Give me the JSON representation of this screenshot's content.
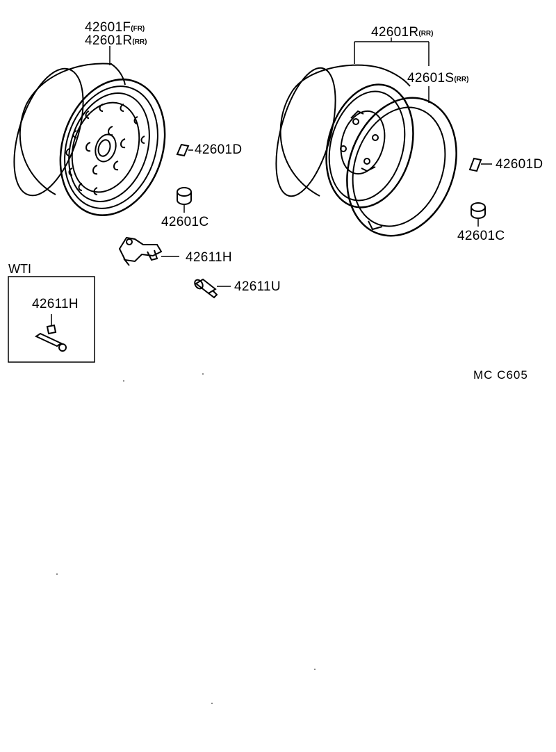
{
  "labels": {
    "f_fr": {
      "num": "42601F",
      "suffix": "(FR)"
    },
    "r_rr_left": {
      "num": "42601R",
      "suffix": "(RR)"
    },
    "d_left": "42601D",
    "c_left": "42601C",
    "h_main": "42611H",
    "u_main": "42611U",
    "r_rr_right": {
      "num": "42601R",
      "suffix": "(RR)"
    },
    "s_rr": {
      "num": "42601S",
      "suffix": "(RR)"
    },
    "d_right": "42601D",
    "c_right": "42601C",
    "h_box": "42611H"
  },
  "box": {
    "title": "WTI"
  },
  "code": "MC  C605",
  "icons": [
    "front-wheel-icon",
    "rear-wheel-icon",
    "rim-ring-icon",
    "balance-weight-icon",
    "hub-nut-icon",
    "valve-clamp-icon",
    "valve-cap-icon"
  ]
}
